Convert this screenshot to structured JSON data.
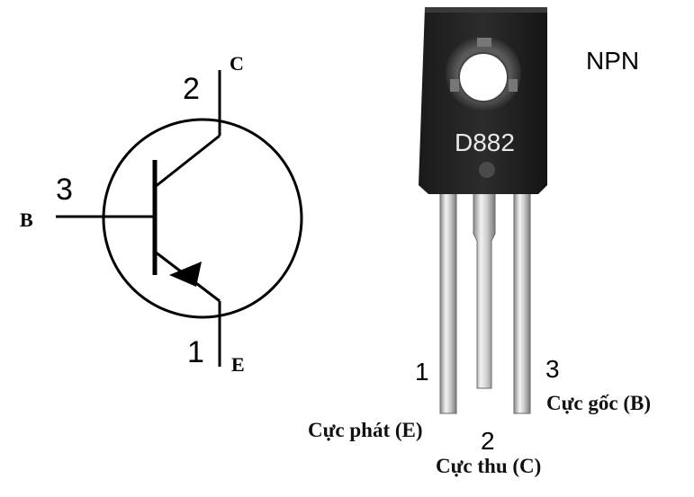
{
  "symbol": {
    "label_collector": "C",
    "label_base": "B",
    "label_emitter": "E",
    "pin_collector": "2",
    "pin_base": "3",
    "pin_emitter": "1"
  },
  "package": {
    "type_label": "NPN",
    "marking": "D882",
    "pin_left_number": "1",
    "pin_middle_number": "2",
    "pin_right_number": "3",
    "pin_left_caption": "Cực phát (E)",
    "pin_middle_caption": "Cực thu (C)",
    "pin_right_caption": "Cực gốc (B)"
  }
}
